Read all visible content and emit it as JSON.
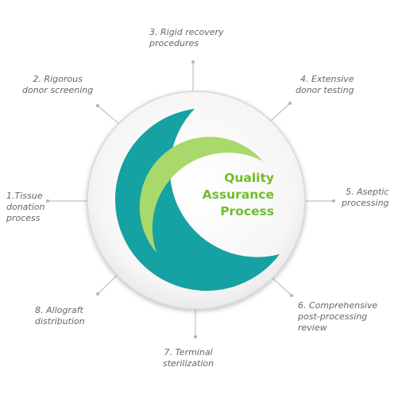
{
  "center": {
    "title": "Quality\nAssurance\nProcess"
  },
  "steps": [
    {
      "label": "1.Tissue\ndonation\nprocess"
    },
    {
      "label": "2. Rigorous\ndonor screening"
    },
    {
      "label": "3. Rigid recovery\nprocedures"
    },
    {
      "label": "4. Extensive\ndonor testing"
    },
    {
      "label": "5. Aseptic\nprocessing"
    },
    {
      "label": "6. Comprehensive\npost-processing\nreview"
    },
    {
      "label": "7. Terminal\nsterilization"
    },
    {
      "label": "8. Allograft\ndistribution"
    }
  ],
  "colors": {
    "teal": "#16a1a2",
    "green": "#6fbe2a",
    "light_green": "#a9d86b",
    "connector": "#b5b5b5",
    "text": "#666666"
  }
}
